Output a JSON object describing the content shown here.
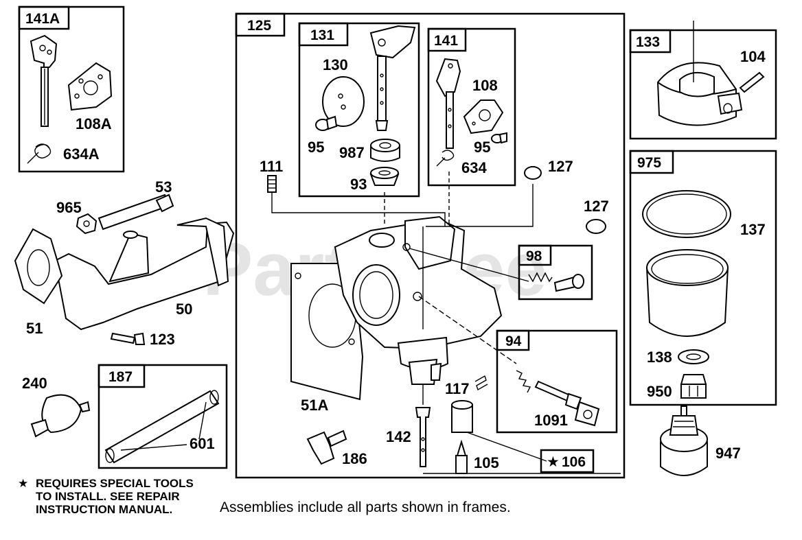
{
  "watermark": "PartsTree",
  "frames": {
    "f141A": "141A",
    "f125": "125",
    "f131": "131",
    "f141": "141",
    "f133": "133",
    "f975": "975",
    "f98": "98",
    "f94": "94",
    "f187": "187",
    "f106": "106"
  },
  "labels": {
    "p108A": "108A",
    "p634A": "634A",
    "p130": "130",
    "p95a": "95",
    "p987": "987",
    "p93": "93",
    "p108": "108",
    "p95b": "95",
    "p634": "634",
    "p104": "104",
    "p111": "111",
    "p127a": "127",
    "p127b": "127",
    "p137": "137",
    "p53": "53",
    "p965": "965",
    "p50": "50",
    "p51": "51",
    "p123": "123",
    "p138": "138",
    "p950": "950",
    "p1091": "1091",
    "p117": "117",
    "p51A": "51A",
    "p142": "142",
    "p105": "105",
    "p186": "186",
    "p240": "240",
    "p601": "601",
    "p947": "947"
  },
  "note": {
    "star": "★",
    "line1": "REQUIRES SPECIAL TOOLS",
    "line2": "TO INSTALL.  SEE REPAIR",
    "line3": "INSTRUCTION MANUAL."
  },
  "caption": "Assemblies include all parts shown in frames."
}
